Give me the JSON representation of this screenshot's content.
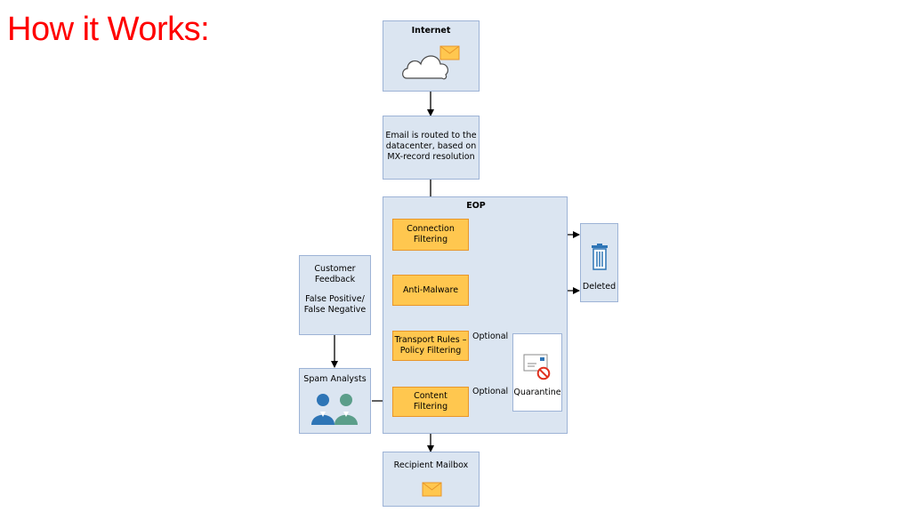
{
  "slide": {
    "title": "How it Works:"
  },
  "diagram": {
    "internet": {
      "title": "Internet"
    },
    "routing": {
      "line1": "Email is routed to the",
      "line2": "datacenter, based on",
      "line3": "MX-record resolution"
    },
    "eop": {
      "title": "EOP"
    },
    "stages": {
      "connection": {
        "line1": "Connection",
        "line2": "Filtering"
      },
      "antimalware": {
        "line1": "Anti-Malware"
      },
      "transport": {
        "line1": "Transport Rules –",
        "line2": "Policy Filtering"
      },
      "content": {
        "line1": "Content",
        "line2": "Filtering"
      }
    },
    "deleted": {
      "label": "Deleted"
    },
    "quarantine": {
      "label": "Quarantine"
    },
    "optional_labels": [
      "Optional",
      "Optional"
    ],
    "feedback": {
      "line1": "Customer",
      "line2": "Feedback",
      "line3": "False Positive/",
      "line4": "False Negative"
    },
    "analysts": {
      "label": "Spam Analysts"
    },
    "mailbox": {
      "label": "Recipient Mailbox"
    },
    "icons": [
      "cloud-icon",
      "envelope-icon",
      "trash-can-icon",
      "quarantine-envelope-icon",
      "blocked-icon",
      "users-icon"
    ],
    "colors": {
      "box_fill": "#dbe5f1",
      "box_border": "#9db3d6",
      "stage_fill": "#ffc74f",
      "stage_border": "#e8962a",
      "title": "#ff0000"
    }
  }
}
